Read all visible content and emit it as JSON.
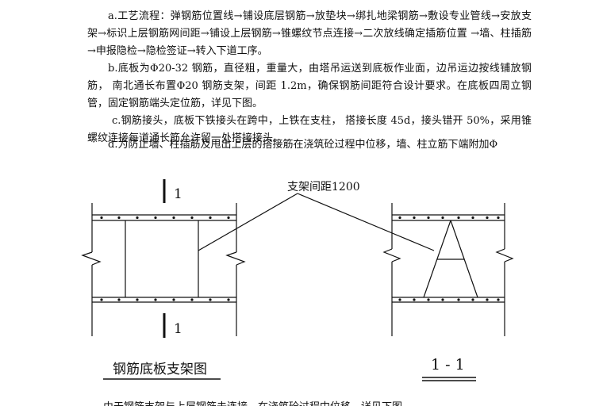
{
  "paragraphs": {
    "a": "a.工艺流程：弹钢筋位置线→铺设底层钢筋→放垫块→绑扎地梁钢筋→敷设专业管线→安放支架→标识上层钢筋网间距→铺设上层钢筋→锥螺纹节点连接→二次放线确定插筋位置 →墙、柱插筋→申报隐检→隐检签证→转入下道工序。",
    "b": "b.底板为Φ20-32 钢筋，直径粗，重量大，由塔吊运送到底板作业面，边吊运边按线铺放钢筋， 南北通长布置Φ20 钢筋支架，间距 1.2m，确保钢筋间距符合设计要求。在底板四周立钢管，固定钢筋端头定位筋，详见下图。",
    "c": "c.钢筋接头，底板下铁接头在跨中，上铁在支柱， 搭接长度 45d，接头错开 50%，采用锥螺纹连接每道通长筋允许留一处搭接接头。",
    "d": "d.为防止墙、柱插筋及甩出上层的搭接筋在浇筑砼过程中位移，墙、柱立筋下端附加Φ"
  },
  "figure": {
    "spacing_label": "支架间距1200",
    "section_mark_top": "1",
    "section_mark_bottom": "1",
    "left_caption": "钢筋底板支架图",
    "right_caption": "1 - 1"
  },
  "cut_off_line": "由于钢筋支架与上层钢筋未连接，在浇筑砼过程中位移，详见下图"
}
